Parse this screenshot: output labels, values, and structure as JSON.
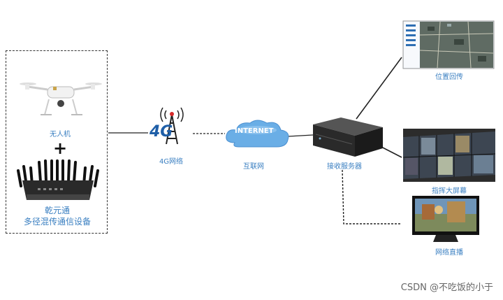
{
  "nodes": {
    "drone": "无人机",
    "plus": "+",
    "device_name": "乾元通",
    "device_desc": "多径混传通信设备",
    "net4g_logo": "4G",
    "net4g": "4G网络",
    "internet_cloud": "INTERNET",
    "internet": "互联网",
    "server": "接收服务器",
    "location": "位置回传",
    "command": "指挥大屏幕",
    "live": "网络直播"
  },
  "watermark": "CSDN @不吃饭的小于",
  "colors": {
    "label": "#3a7fc1",
    "accent_blue": "#1f5fa8",
    "cloud": "#6aaee6"
  }
}
